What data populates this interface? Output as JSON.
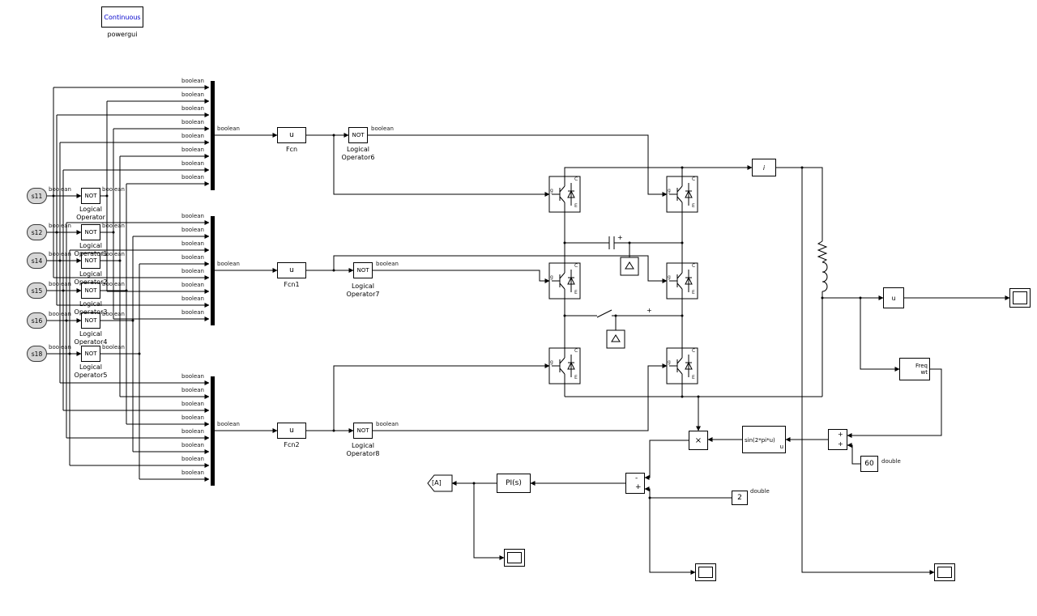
{
  "powergui": {
    "solver": "Continuous",
    "label": "powergui"
  },
  "types": {
    "boolean": "boolean",
    "double": "double"
  },
  "inports": [
    "s11",
    "s12",
    "s14",
    "s15",
    "s16",
    "s18"
  ],
  "not_label": "NOT",
  "logic_ops": [
    "Logical Operator",
    "Logical Operator1",
    "Logical Operator2",
    "Logical Operator3",
    "Logical Operator4",
    "Logical Operator5",
    "Logical Operator6",
    "Logical Operator7",
    "Logical Operator8"
  ],
  "fcn": {
    "expr": "u",
    "names": [
      "Fcn",
      "Fcn1",
      "Fcn2"
    ]
  },
  "igbt": {
    "g": "g",
    "C": "C",
    "E": "E"
  },
  "controls": {
    "goto_tag": "[A]",
    "pi": "PI(s)",
    "sin_expr": "sin(2*pi*u)",
    "sin_port": "u",
    "multiply": "×",
    "sum_minus": "-",
    "sum_plus": "+",
    "plus": "+",
    "const_60": "60",
    "const_2": "2",
    "freq": "Freq",
    "wt": "wt",
    "current": "i",
    "voltage": "u"
  }
}
